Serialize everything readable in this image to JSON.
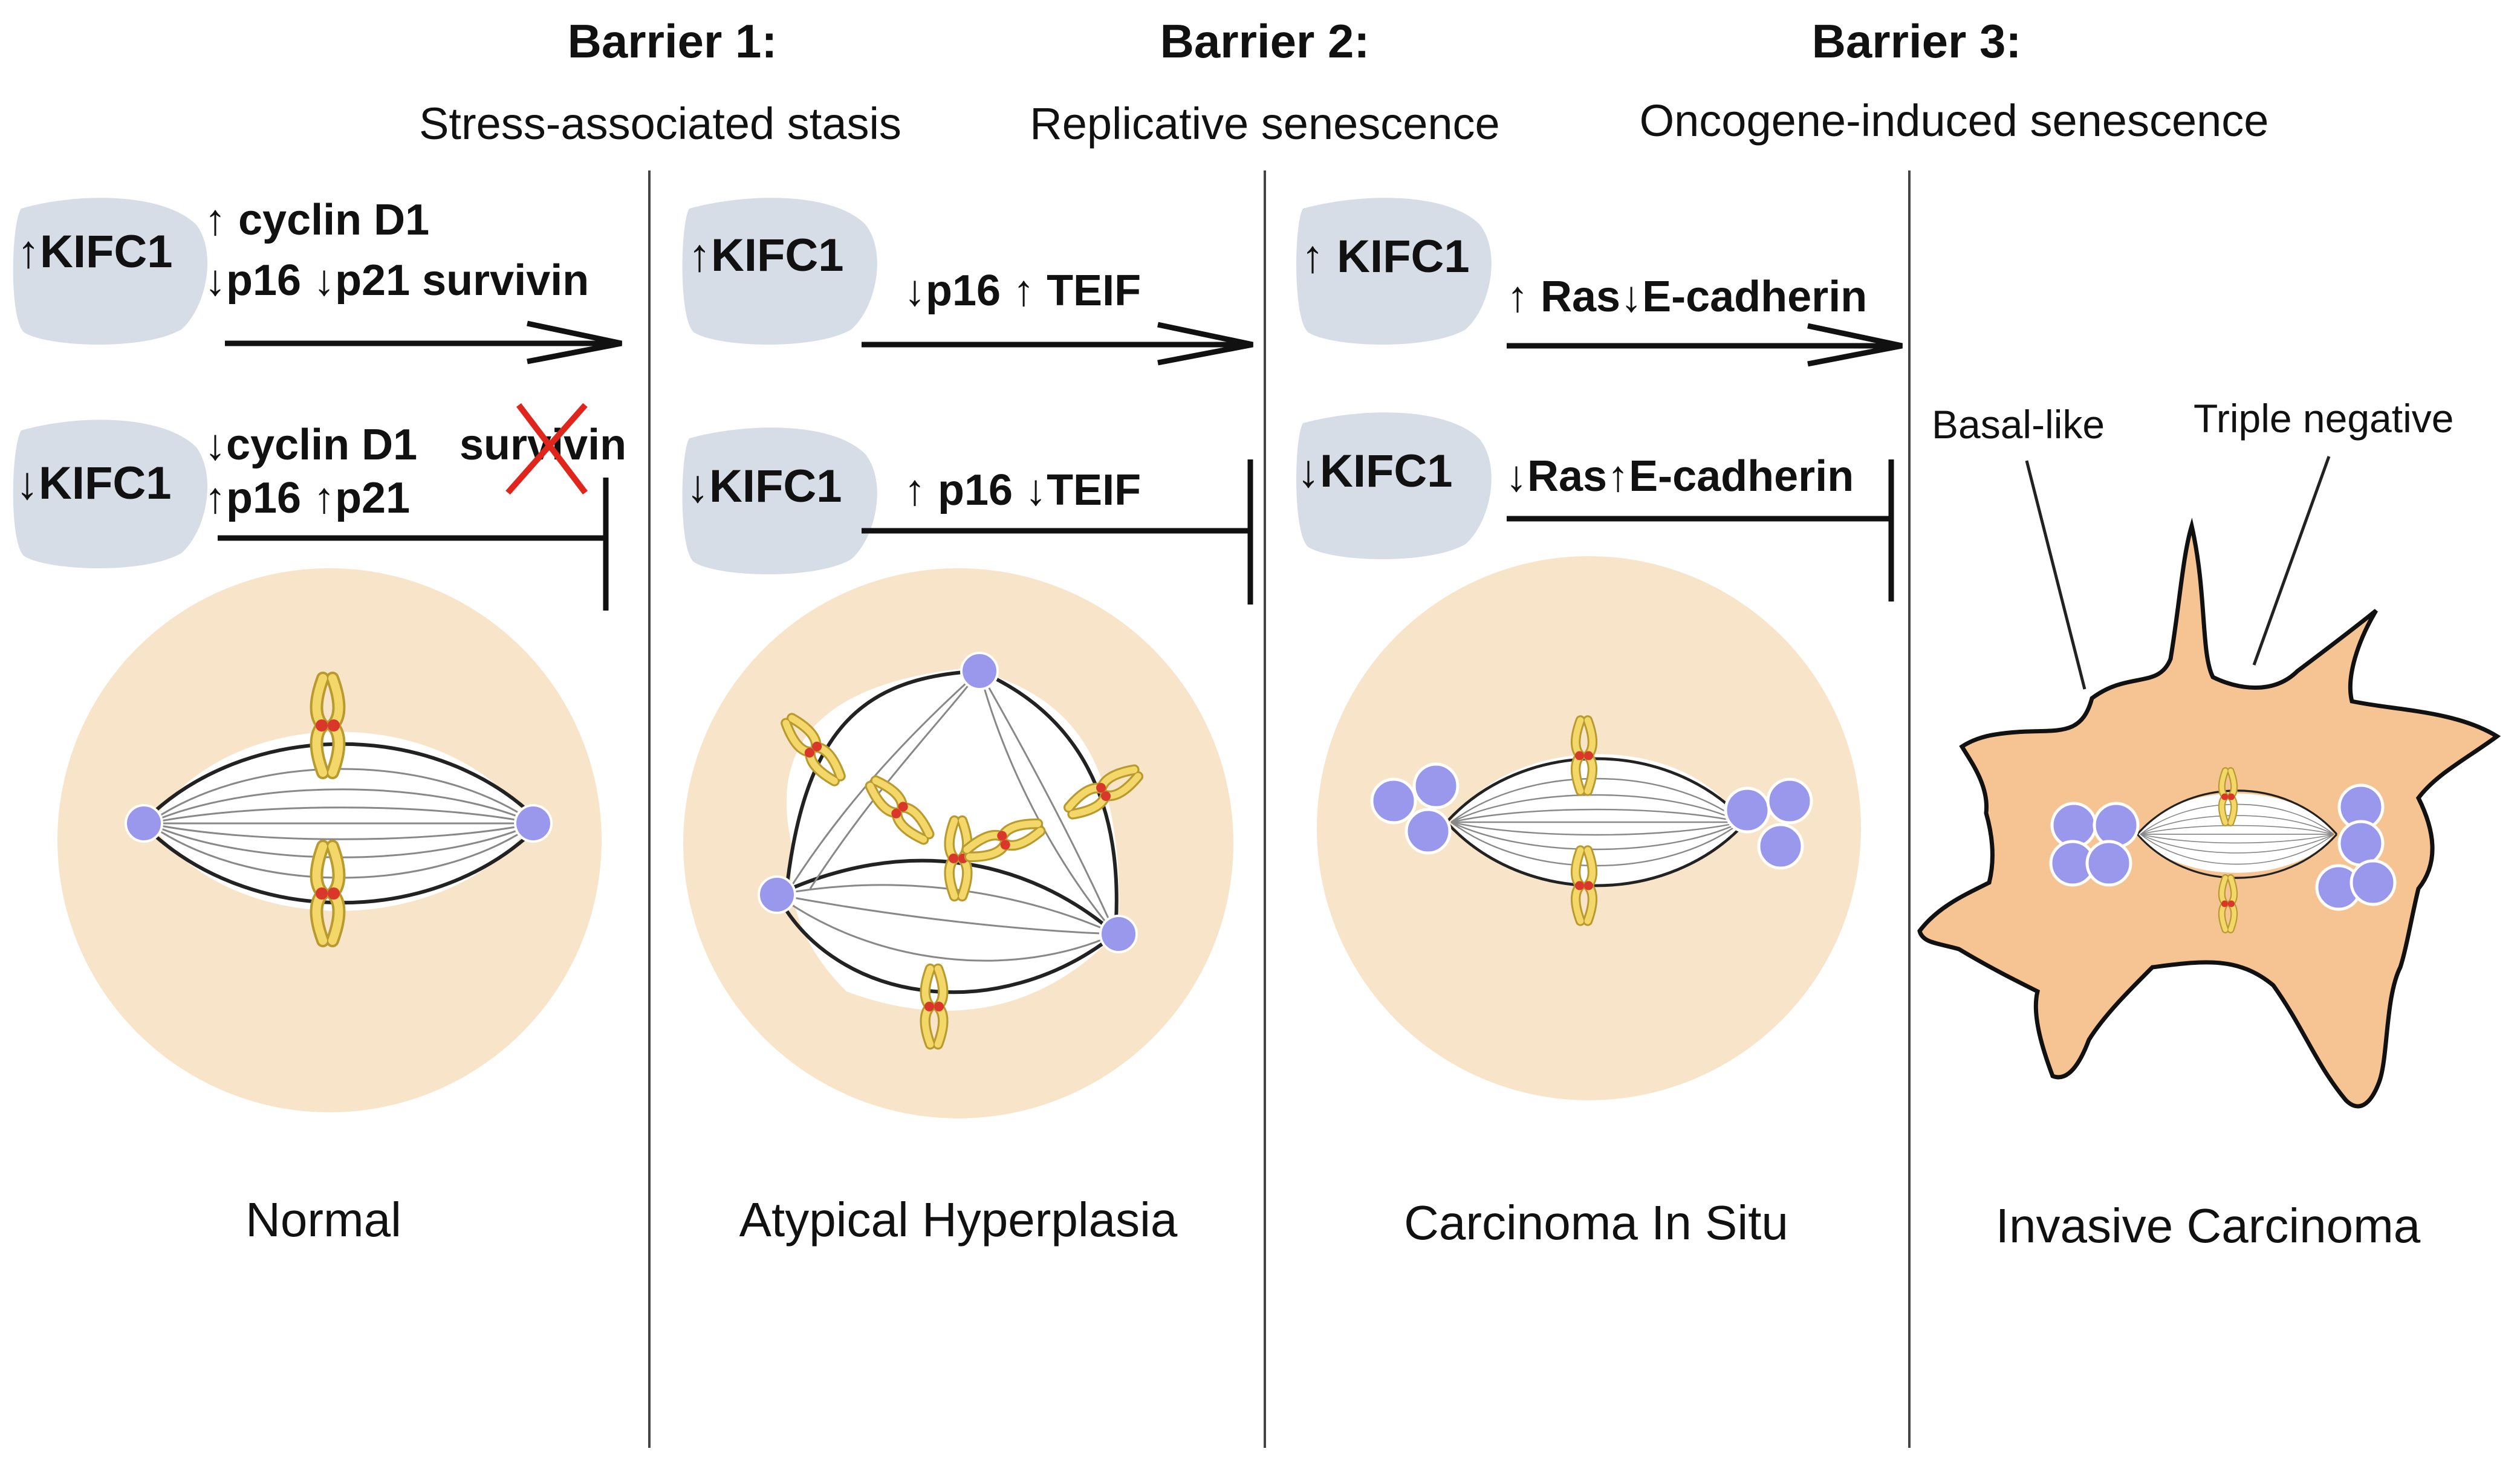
{
  "barriers": [
    {
      "title": "Barrier 1:",
      "subtitle": "Stress-associated stasis"
    },
    {
      "title": "Barrier 2:",
      "subtitle": "Replicative senescence"
    },
    {
      "title": "Barrier 3:",
      "subtitle": "Oncogene-induced senescence"
    }
  ],
  "panels": [
    {
      "kifc1_up": "↑KIFC1",
      "kifc1_down": "↓KIFC1",
      "up_markers_line1": "↑ cyclin D1",
      "up_markers_line2": "↓p16 ↓p21 survivin",
      "down_markers_line1": "↓cyclin D1",
      "down_markers_line1b": "survivin",
      "down_markers_line2": "↑p16 ↑p21",
      "stage": "Normal"
    },
    {
      "kifc1_up": "↑KIFC1",
      "kifc1_down": "↓KIFC1",
      "up_markers": "↓p16 ↑ TEIF",
      "down_markers": "↑ p16 ↓TEIF",
      "stage": "Atypical Hyperplasia"
    },
    {
      "kifc1_up": "↑ KIFC1",
      "kifc1_down": "↓KIFC1",
      "up_markers": "↑ Ras↓E-cadherin",
      "down_markers": "↓Ras↑E-cadherin",
      "stage": "Carcinoma In Situ"
    },
    {
      "subtype_left": "Basal-like",
      "subtype_right": "Triple negative",
      "stage": "Invasive Carcinoma"
    }
  ],
  "colors": {
    "cell_fill": "#f8e4c9",
    "invasive_fill": "#f6c493",
    "kifc1_blob": "#d6dde6",
    "centrosome": "#9a98ec",
    "chromosome": "#f3d768",
    "centromere": "#d8372a",
    "cross": "#e0261c",
    "line": "#111111"
  }
}
